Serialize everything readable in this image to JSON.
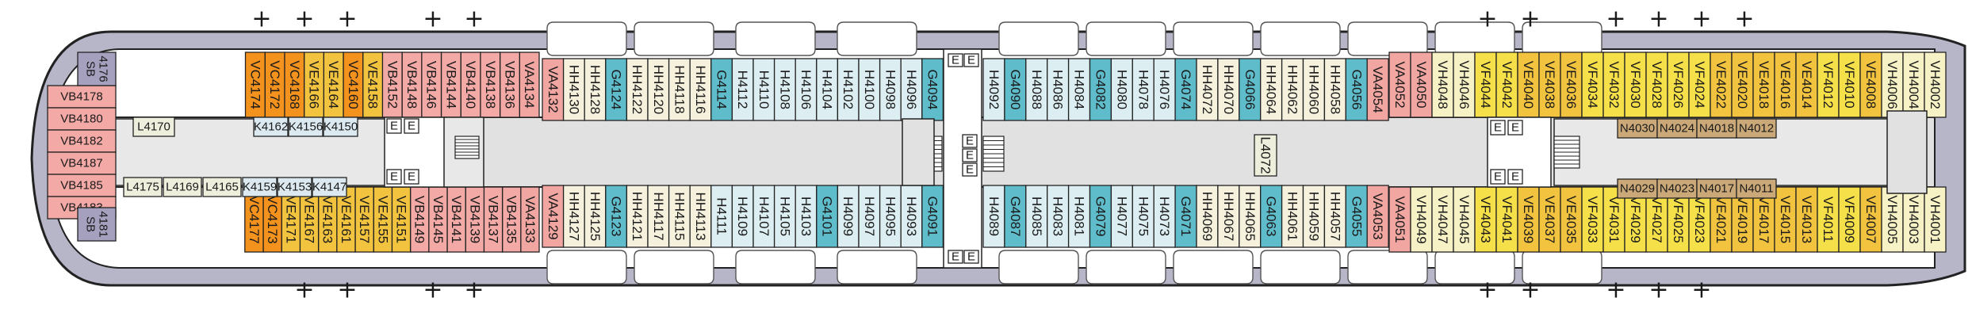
{
  "colors": {
    "VA": "#f1a6a2",
    "VB": "#f3a9a6",
    "VC": "#f4921e",
    "VD": "#f6b07a",
    "VE": "#f2c33f",
    "VF": "#f6e04a",
    "VH": "#f6f2c6",
    "HH": "#f5f1dd",
    "H": "#dceef2",
    "G": "#5fbccb",
    "N": "#caa877",
    "L": "#eeeedc",
    "K": "#dce9f0",
    "SB": "#a5a0be",
    "hull": "#b7b6c9",
    "corridor": "#e1e1e1",
    "outline": "#222222"
  },
  "cabins": {
    "fwd_top": [
      "VA4134",
      "VB4136",
      "VB4138",
      "VB4140",
      "VB4144",
      "VB4146",
      "VB4148",
      "VB4152",
      "VE4158",
      "VC4160",
      "VE4164",
      "VE4166",
      "VC4168",
      "VC4172",
      "VC4174"
    ],
    "fwd_bottom": [
      "VA4133",
      "VB4135",
      "VB4137",
      "VB4139",
      "VB4141",
      "VB4145",
      "VB4149",
      "VE4151",
      "VE4155",
      "VE4157",
      "VE4161",
      "VE4163",
      "VE4167",
      "VE4171",
      "VC4173",
      "VC4177"
    ],
    "fwd_front": [
      "VB4178",
      "VB4180",
      "VB4182",
      "VB4187",
      "VB4185",
      "VB4183"
    ],
    "sb_top": [
      "SB",
      "4176"
    ],
    "sb_bottom": [
      "SB",
      "4181"
    ],
    "inner_top": [
      "L4170",
      "K4162",
      "K4156",
      "K4150"
    ],
    "inner_bottom": [
      "L4175",
      "L4169",
      "L4165",
      "K4159",
      "K4153",
      "K4147"
    ],
    "mid1_top": [
      "VA4132",
      "HH4130",
      "HH4128",
      "G4124",
      "HH4122",
      "HH4120",
      "HH4118",
      "HH4116",
      "G4114",
      "H4112",
      "H4110",
      "H4108",
      "H4106",
      "H4104",
      "H4102",
      "H4100",
      "H4098",
      "H4096",
      "G4094"
    ],
    "mid1_bottom": [
      "VA4129",
      "HH4127",
      "HH4125",
      "G4123",
      "HH4121",
      "HH4117",
      "HH4115",
      "HH4113",
      "H4111",
      "H4109",
      "H4107",
      "H4105",
      "H4103",
      "G4101",
      "H4099",
      "H4097",
      "H4095",
      "H4093",
      "G4091"
    ],
    "mid2_top": [
      "H4092",
      "G4090",
      "H4088",
      "H4086",
      "H4084",
      "G4082",
      "H4080",
      "H4078",
      "H4076",
      "G4074",
      "HH4072",
      "HH4070",
      "G4066",
      "HH4064",
      "HH4062",
      "HH4060",
      "HH4058",
      "G4056",
      "VA4054"
    ],
    "mid2_bottom": [
      "H4089",
      "G4087",
      "H4085",
      "H4083",
      "H4081",
      "G4079",
      "H4077",
      "H4075",
      "H4073",
      "G4071",
      "HH4069",
      "HH4067",
      "HH4065",
      "G4063",
      "HH4061",
      "HH4059",
      "HH4057",
      "G4055",
      "VA4053"
    ],
    "center": "L4072",
    "aft_top": [
      "VA4052",
      "VA4050",
      "VH4048",
      "VH4046",
      "VF4044",
      "VF4042",
      "VE4040",
      "VE4038",
      "VE4036",
      "VF4034",
      "VF4032",
      "VF4030",
      "VF4028",
      "VF4026",
      "VF4024",
      "VE4022",
      "VE4020",
      "VE4018",
      "VE4016",
      "VE4014",
      "VF4012",
      "VF4010",
      "VE4008",
      "VH4006",
      "VH4004",
      "VH4002"
    ],
    "aft_bottom": [
      "VA4051",
      "VH4049",
      "VH4047",
      "VH4045",
      "VF4043",
      "VF4041",
      "VE4039",
      "VE4037",
      "VE4035",
      "VF4033",
      "VF4031",
      "VF4029",
      "VF4027",
      "VF4025",
      "VF4023",
      "VE4021",
      "VE4019",
      "VE4017",
      "VE4015",
      "VE4013",
      "VF4011",
      "VF4009",
      "VE4007",
      "VH4005",
      "VH4003",
      "VH4001"
    ],
    "aft_inner_top": [
      "N4030",
      "N4024",
      "N4018",
      "N4012"
    ],
    "aft_inner_bottom": [
      "N4029",
      "N4023",
      "N4017",
      "N4011"
    ]
  }
}
